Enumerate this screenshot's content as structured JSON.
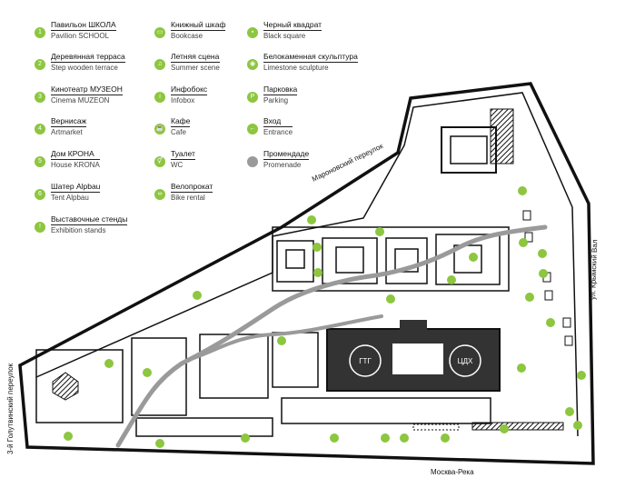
{
  "legend": [
    {
      "ru": "Павильон  ШКОЛА",
      "en": "Pavilion SCHOOL",
      "icon": "1",
      "col": 0,
      "row": 0
    },
    {
      "ru": "Деревянная терраса",
      "en": "Step wooden terrace",
      "icon": "2",
      "col": 0,
      "row": 1
    },
    {
      "ru": "Кинотеатр МУЗЕОН",
      "en": "Cinema  MUZEON",
      "icon": "3",
      "col": 0,
      "row": 2
    },
    {
      "ru": "Вернисаж",
      "en": "Artmarket",
      "icon": "4",
      "col": 0,
      "row": 3
    },
    {
      "ru": "Дом КРОНА",
      "en": "House KRONA",
      "icon": "5",
      "col": 0,
      "row": 4
    },
    {
      "ru": "Шатер Alpbau",
      "en": "Tent Alpbau",
      "icon": "6",
      "col": 0,
      "row": 5
    },
    {
      "ru": "Выставочные стенды",
      "en": "Exhibition stands",
      "icon": "!",
      "col": 0,
      "row": 6
    },
    {
      "ru": "Книжный шкаф",
      "en": "Bookcase",
      "icon": "▭",
      "col": 1,
      "row": 0
    },
    {
      "ru": "Летняя сцена",
      "en": "Summer scene",
      "icon": "♫",
      "col": 1,
      "row": 1
    },
    {
      "ru": "Инфобокс",
      "en": "Infobox",
      "icon": "i",
      "col": 1,
      "row": 2
    },
    {
      "ru": "Кафе",
      "en": "Cafe",
      "icon": "☕",
      "col": 1,
      "row": 3
    },
    {
      "ru": "Туалет",
      "en": "WC",
      "icon": "⚥",
      "col": 1,
      "row": 4
    },
    {
      "ru": "Велопрокат",
      "en": "Bike rental",
      "icon": "∞",
      "col": 1,
      "row": 5
    },
    {
      "ru": "Черный квадрат",
      "en": "Black square",
      "icon": "▪",
      "col": 2,
      "row": 0
    },
    {
      "ru": "Белокаменная скульптура",
      "en": "Limestone sculpture",
      "icon": "◉",
      "col": 2,
      "row": 1
    },
    {
      "ru": "Парковка",
      "en": "Parking",
      "icon": "P",
      "col": 2,
      "row": 2
    },
    {
      "ru": "Вход",
      "en": "Entrance",
      "icon": "←",
      "col": 2,
      "row": 3
    },
    {
      "ru": "Промендаде",
      "en": "Promenade",
      "icon": "",
      "col": 2,
      "row": 4,
      "gray": true
    }
  ],
  "streets": {
    "maronovsky": "Мароновский переулок",
    "krymsky": "ул. Крымский Вал",
    "golutvinsky": "3-й Голутвинский переулок",
    "river": "Москва-Река"
  },
  "buildings": {
    "ggt": "ГТГ",
    "cdh": "ЦДХ"
  },
  "colors": {
    "accent": "#8dc63f",
    "promenade": "#9a9a9a",
    "lines": "#111111"
  }
}
